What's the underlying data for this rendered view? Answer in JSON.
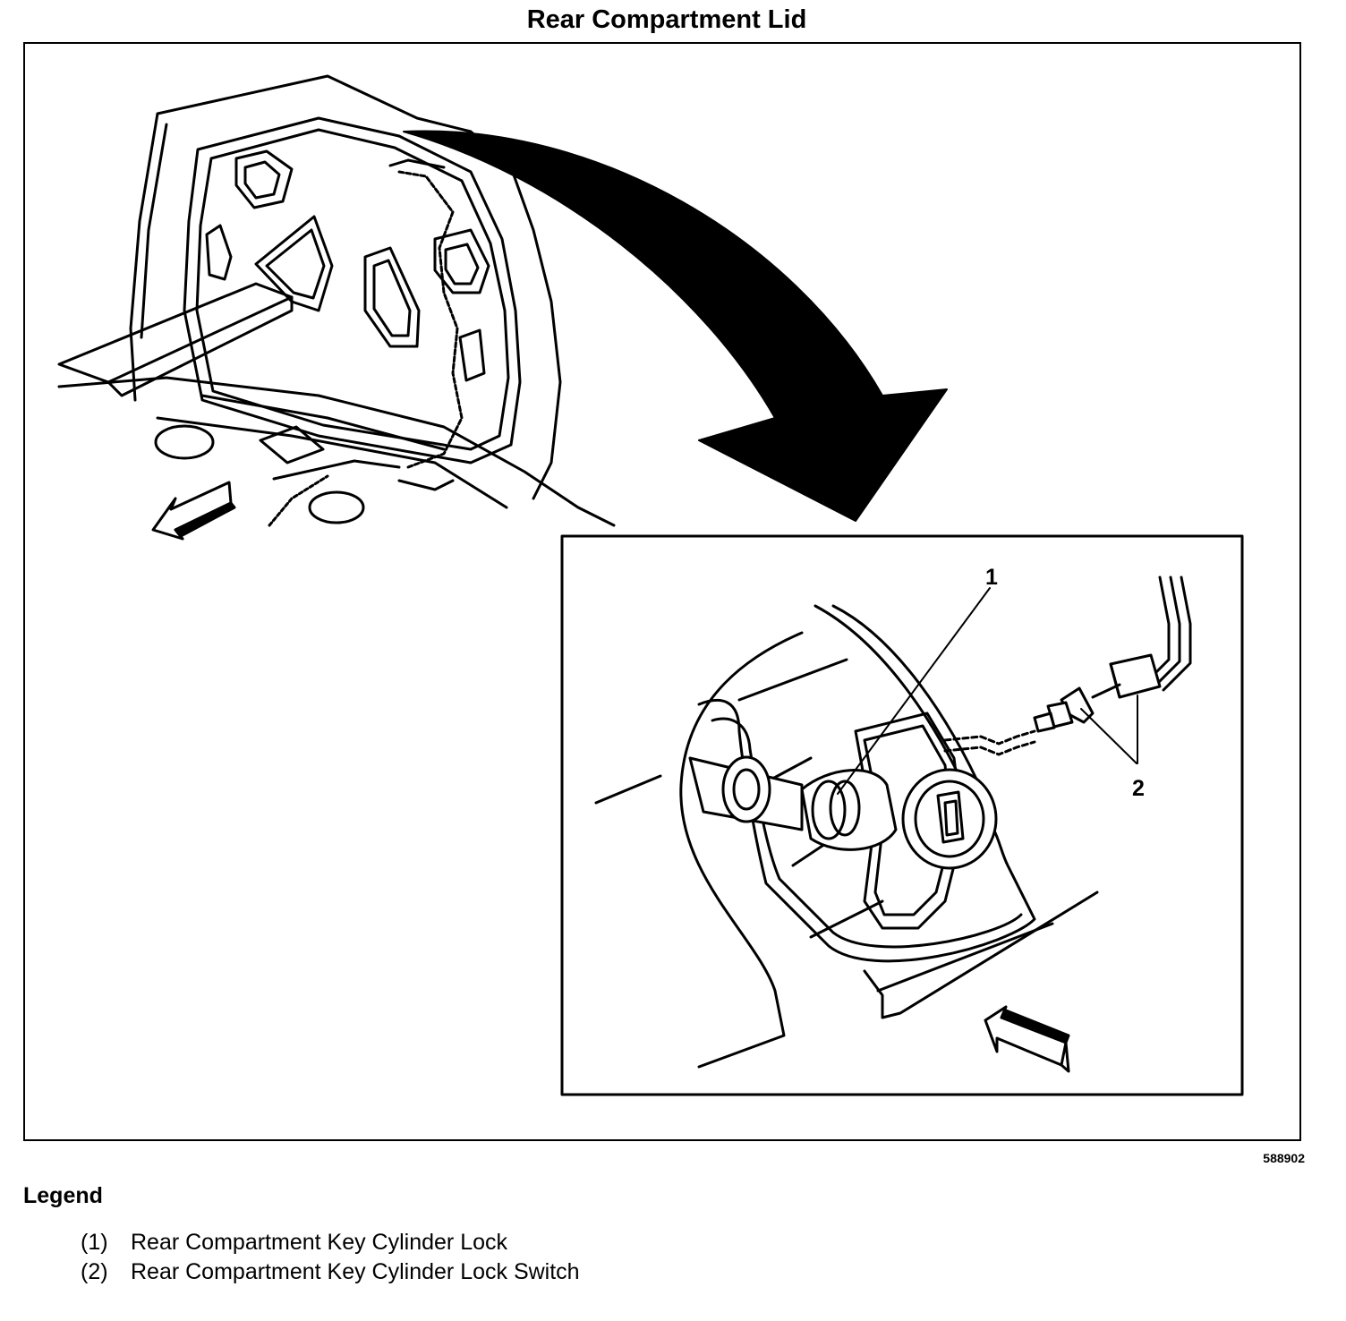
{
  "title": "Rear Compartment Lid",
  "figure_number": "588902",
  "callouts": [
    "1",
    "2"
  ],
  "legend": {
    "heading": "Legend",
    "items": [
      {
        "num": "(1)",
        "text": "Rear Compartment Key Cylinder Lock"
      },
      {
        "num": "(2)",
        "text": "Rear Compartment Key Cylinder Lock Switch"
      }
    ]
  }
}
